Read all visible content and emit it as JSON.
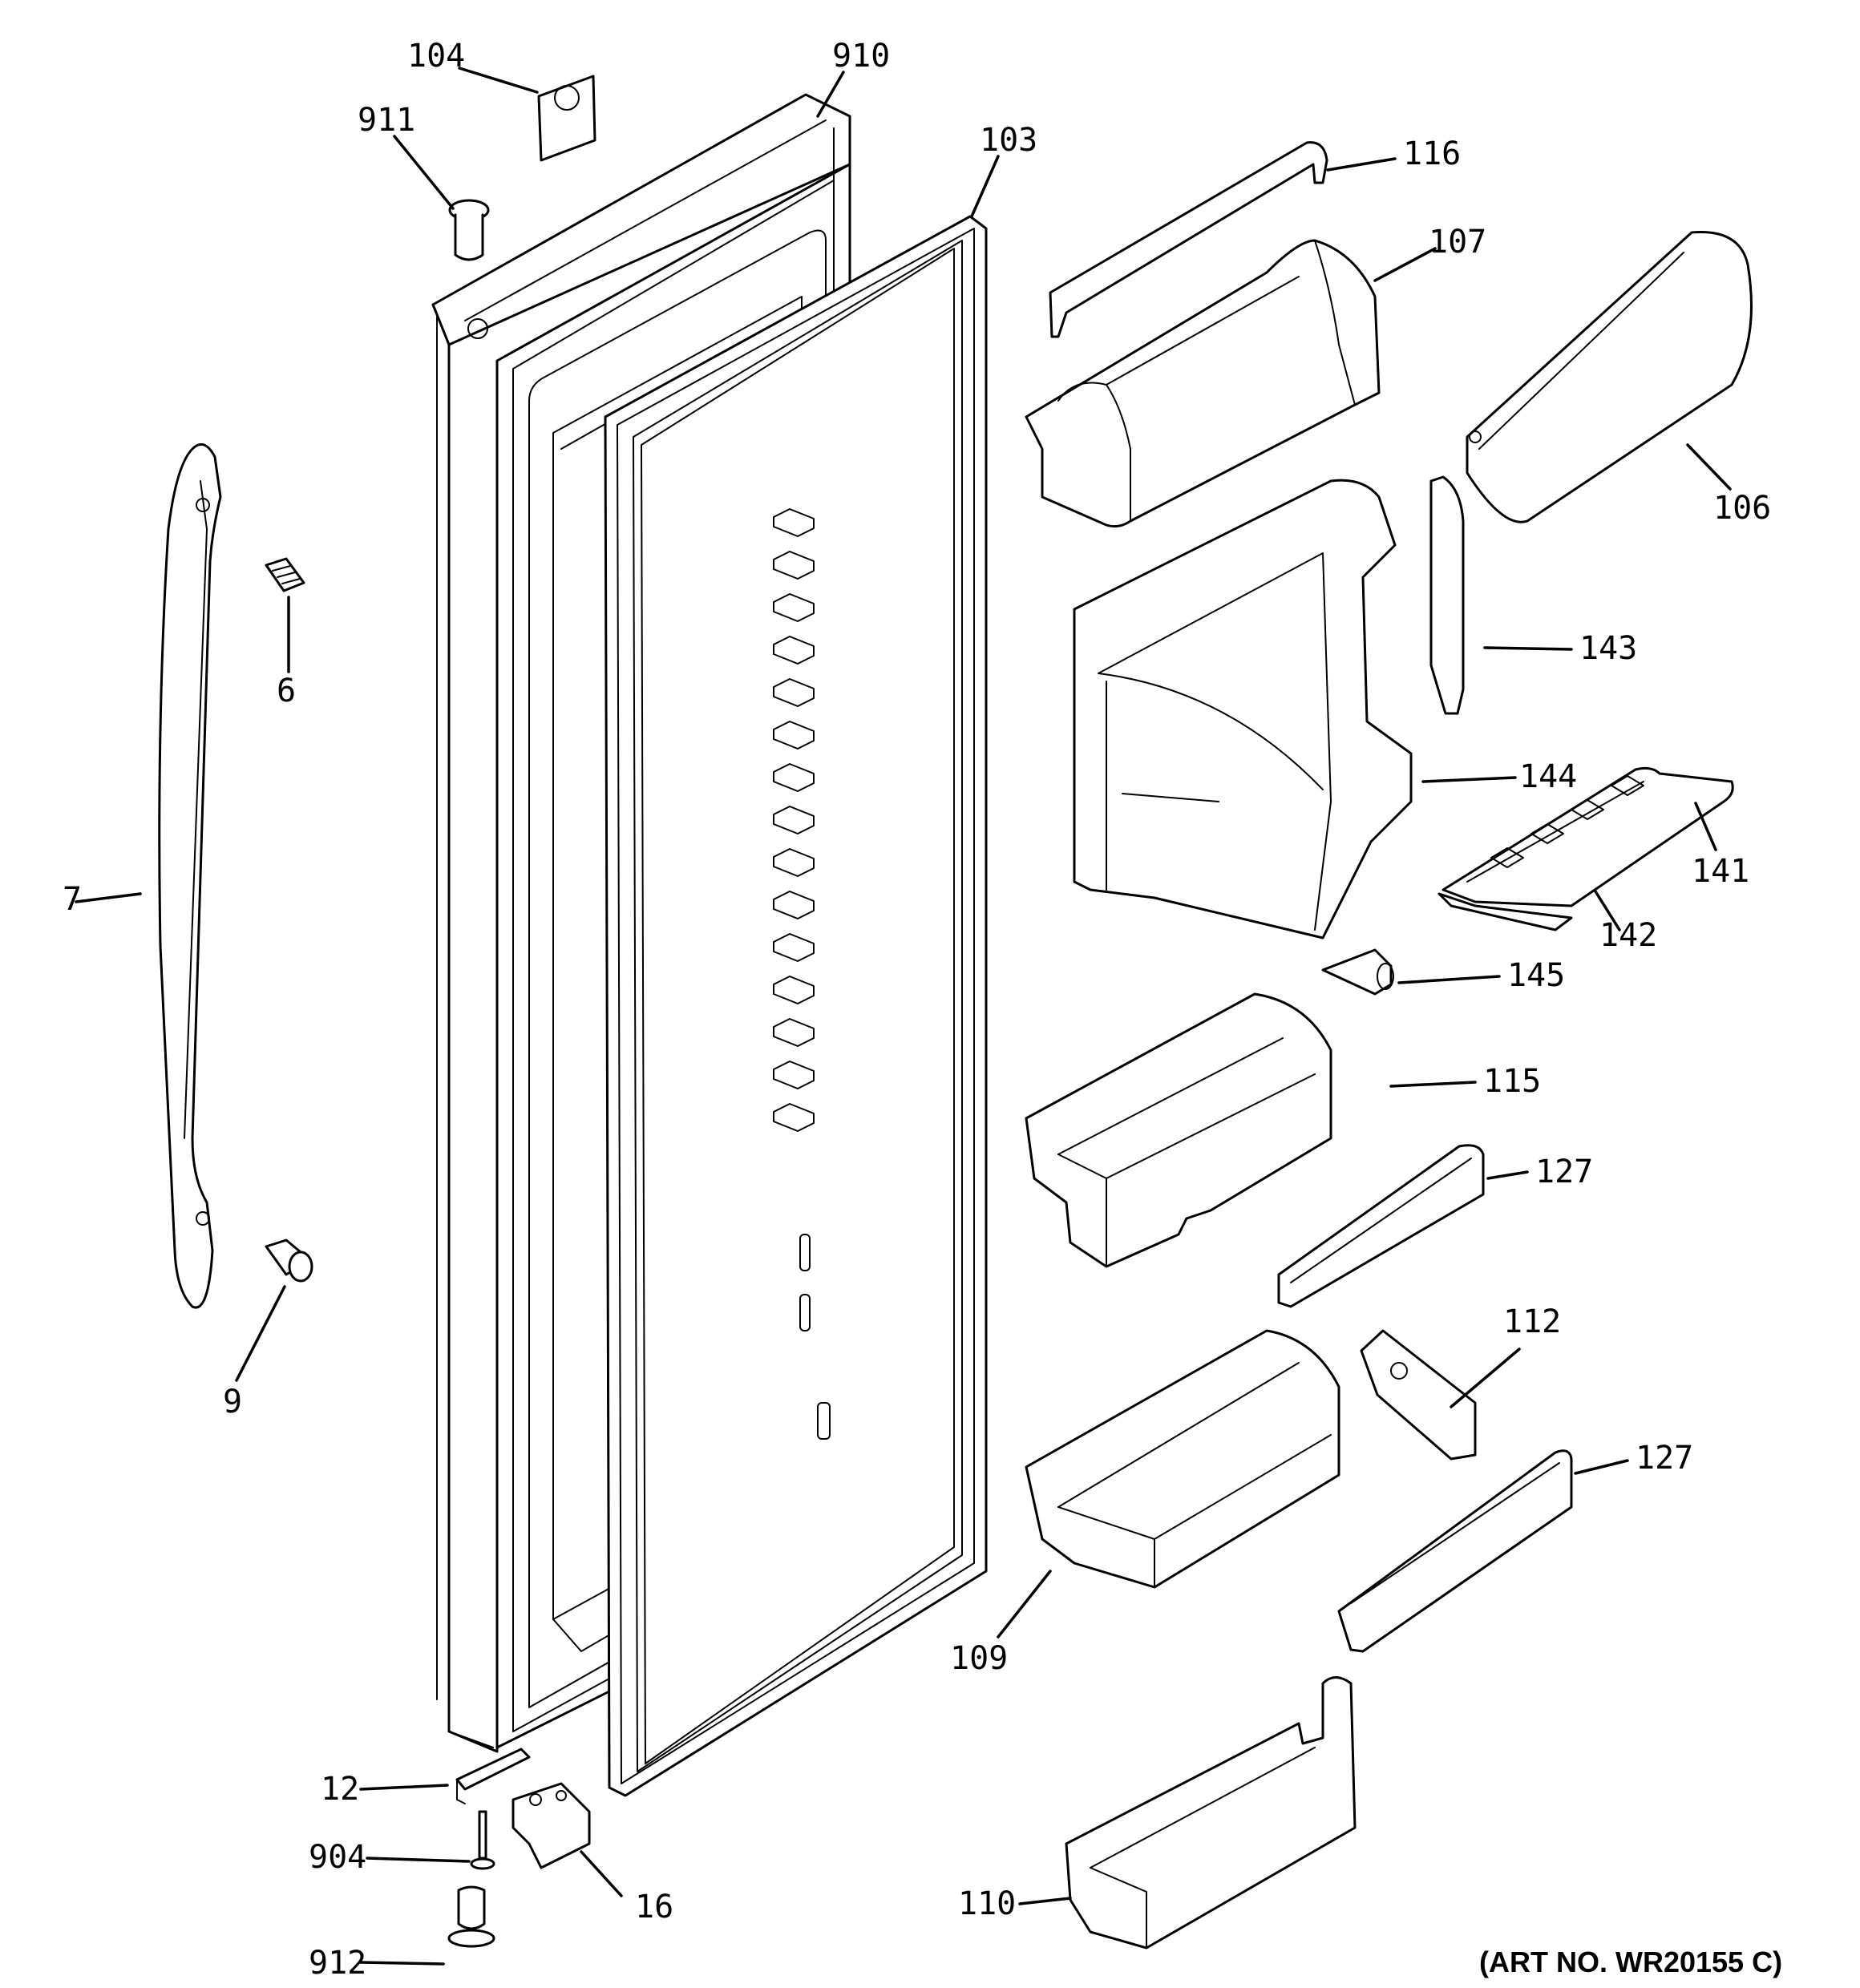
{
  "art_number": "(ART NO. WR20155 C)",
  "callouts": {
    "c104": "104",
    "c910": "910",
    "c911": "911",
    "c103": "103",
    "c116": "116",
    "c107": "107",
    "c106": "106",
    "c6": "6",
    "c143": "143",
    "c144": "144",
    "c7": "7",
    "c141": "141",
    "c142": "142",
    "c145": "145",
    "c115": "115",
    "c127a": "127",
    "c9": "9",
    "c112": "112",
    "c127b": "127",
    "c109": "109",
    "c12": "12",
    "c904": "904",
    "c16": "16",
    "c912": "912",
    "c110": "110"
  }
}
